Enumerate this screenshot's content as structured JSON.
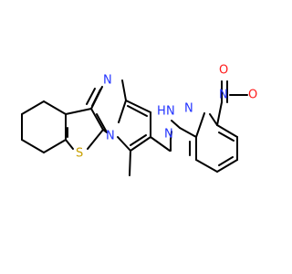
{
  "molecule": {
    "atoms": {
      "nitrile_n": "N",
      "thiophene_s": "S",
      "pyrrole_n": "N",
      "hydrazone_n": "N",
      "hydrazone_nh": "H",
      "hydrazone_nh_n": "N",
      "pyridine_n": "N",
      "nitro_n": "N",
      "nitro_o_top": "O",
      "nitro_o_right": "O"
    },
    "charges": {
      "nitro_n_plus": "+",
      "nitro_o_minus": "−"
    },
    "colors": {
      "carbon": "#000000",
      "nitrogen": "#2233ff",
      "oxygen": "#ff1a1a",
      "sulfur": "#c8a000"
    }
  }
}
